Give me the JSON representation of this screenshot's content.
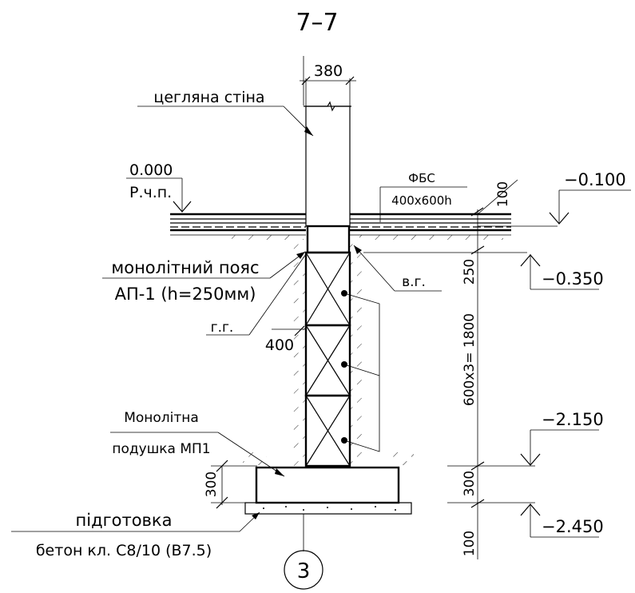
{
  "title": "7–7",
  "axis_mark": "3",
  "labels": {
    "brick_wall": "цегляна стіна",
    "floor_level": "0.000",
    "floor_mark": "Р.ч.п.",
    "monolithic_belt_1": "монолітний пояс",
    "monolithic_belt_2": "АП-1 (h=250мм)",
    "g_g": "г.г.",
    "v_g": "в.г.",
    "fbs_1": "ФБС",
    "fbs_2": "400х600h",
    "pad_1": "Монолітна",
    "pad_2": "подушка МП1",
    "prep_1": "підготовка",
    "prep_2": "бетон кл. С8/10 (В7.5)"
  },
  "dimensions": {
    "wall_width": "380",
    "block_width": "400",
    "d100_top": "100",
    "d250": "250",
    "d1800": "600х3= 1800",
    "d300_left": "300",
    "d300_right": "300",
    "d100_bottom": "100"
  },
  "levels": {
    "l_0100": "−0.100",
    "l_0350": "−0.350",
    "l_2150": "−2.150",
    "l_2450": "−2.450"
  }
}
